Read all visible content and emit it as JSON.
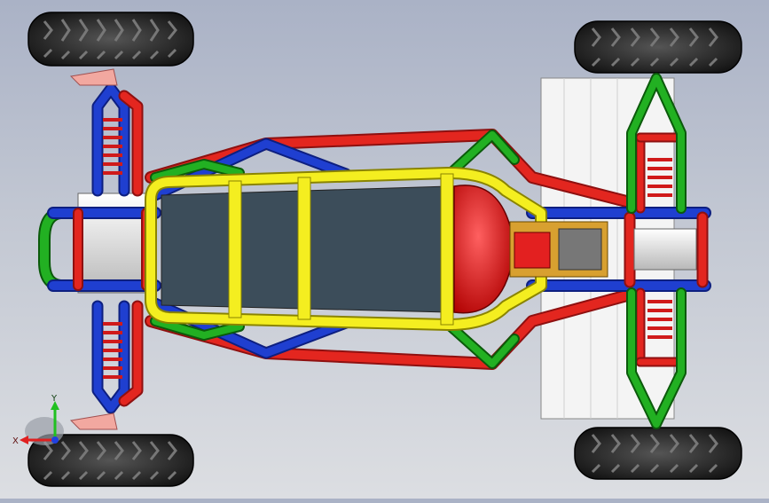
{
  "app": {
    "viewport_name": "cad-3d-viewport",
    "model": "go-kart-frame-assembly"
  },
  "triad": {
    "x_label": "X",
    "y_label": "Y",
    "x_color": "#e02020",
    "y_color": "#20c020",
    "z_color": "#2040e0"
  },
  "colors": {
    "frame_red": "#e3261f",
    "frame_blue": "#1f3fd0",
    "frame_green": "#22b022",
    "frame_yellow": "#f4ee20",
    "floor_panel": "#3c4d5a",
    "tire": "#2a2a2a",
    "seat": "#e01010"
  }
}
